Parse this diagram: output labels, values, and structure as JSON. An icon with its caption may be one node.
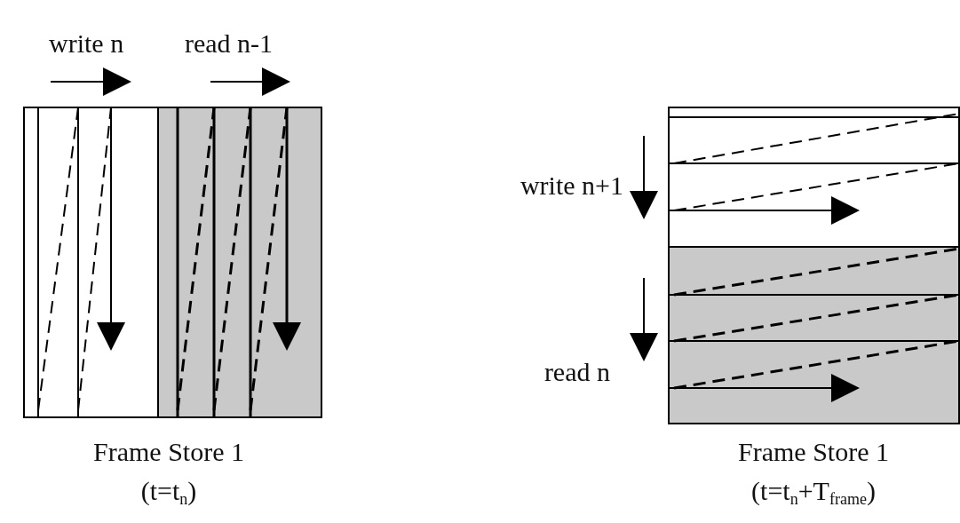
{
  "diagram": {
    "labels": [
      "write n",
      "read n-1",
      "write n+1",
      "read n",
      "Frame Store 1",
      "(t=t$_{n}$)",
      "Frame Store 1",
      "(t=t$_{n}$+T$_{frame}$)"
    ]
  }
}
